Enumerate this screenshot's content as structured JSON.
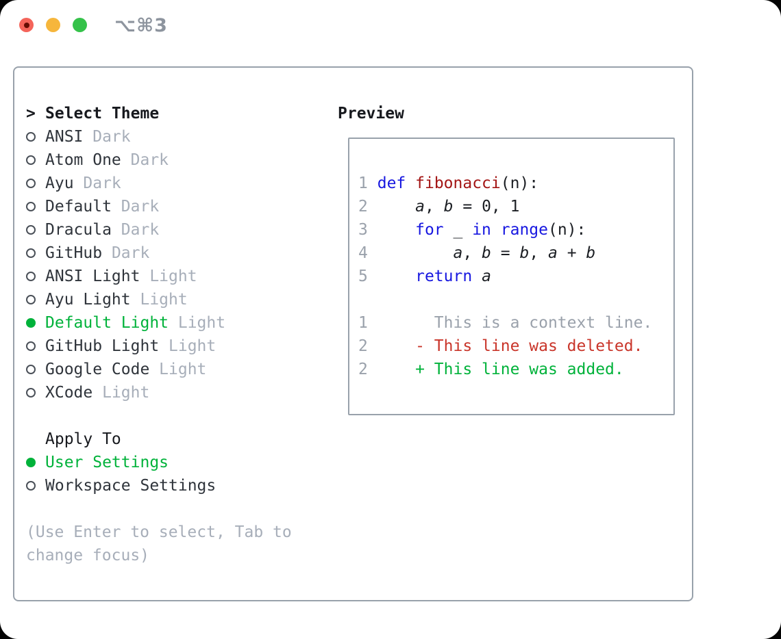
{
  "window": {
    "shortcut_label": "⌥⌘3"
  },
  "colors": {
    "window-bg": "#ffffff",
    "panel-border": "#98a1ab",
    "ink": "#2f343b",
    "ink-strong": "#17191e",
    "code-ink": "#1b1e23",
    "muted": "#a7aeb9",
    "line-number": "#9aa1ab",
    "accent-green": "#00b23a",
    "keyword-blue": "#1717e0",
    "function-red": "#a31515",
    "deleted-red": "#c9352a",
    "added-green": "#00b23a",
    "radio-ring": "#4a5058",
    "title-gray": "#8d949e",
    "traffic-red": "#f4645a",
    "traffic-red-dot": "#650c02",
    "traffic-yellow": "#f6b63c",
    "traffic-green": "#35c24a"
  },
  "theme_panel": {
    "header": {
      "cursor": ">",
      "label": "Select Theme"
    },
    "themes": [
      {
        "name": "ANSI",
        "variant": "Dark",
        "selected": false
      },
      {
        "name": "Atom One",
        "variant": "Dark",
        "selected": false
      },
      {
        "name": "Ayu",
        "variant": "Dark",
        "selected": false
      },
      {
        "name": "Default",
        "variant": "Dark",
        "selected": false
      },
      {
        "name": "Dracula",
        "variant": "Dark",
        "selected": false
      },
      {
        "name": "GitHub",
        "variant": "Dark",
        "selected": false
      },
      {
        "name": "ANSI Light",
        "variant": "Light",
        "selected": false
      },
      {
        "name": "Ayu Light",
        "variant": "Light",
        "selected": false
      },
      {
        "name": "Default Light",
        "variant": "Light",
        "selected": true
      },
      {
        "name": "GitHub Light",
        "variant": "Light",
        "selected": false
      },
      {
        "name": "Google Code",
        "variant": "Light",
        "selected": false
      },
      {
        "name": "XCode",
        "variant": "Light",
        "selected": false
      }
    ],
    "apply_to": {
      "label": "Apply To",
      "options": [
        {
          "label": "User Settings",
          "selected": true
        },
        {
          "label": "Workspace Settings",
          "selected": false
        }
      ]
    },
    "hint": "(Use Enter to select, Tab to change focus)"
  },
  "preview": {
    "title": "Preview",
    "lines": [
      [
        [
          "num",
          "1"
        ],
        [
          "plain",
          " "
        ],
        [
          "kw",
          "def"
        ],
        [
          "plain",
          " "
        ],
        [
          "fn",
          "fibonacci"
        ],
        [
          "plain",
          "(n):"
        ]
      ],
      [
        [
          "num",
          "2"
        ],
        [
          "plain",
          "     "
        ],
        [
          "var",
          "a"
        ],
        [
          "plain",
          ", "
        ],
        [
          "var",
          "b"
        ],
        [
          "plain",
          " = 0, 1"
        ]
      ],
      [
        [
          "num",
          "3"
        ],
        [
          "plain",
          "     "
        ],
        [
          "kw",
          "for"
        ],
        [
          "plain",
          " _ "
        ],
        [
          "kw",
          "in"
        ],
        [
          "plain",
          " "
        ],
        [
          "kw",
          "range"
        ],
        [
          "plain",
          "(n):"
        ]
      ],
      [
        [
          "num",
          "4"
        ],
        [
          "plain",
          "         "
        ],
        [
          "var",
          "a"
        ],
        [
          "plain",
          ", "
        ],
        [
          "var",
          "b"
        ],
        [
          "plain",
          " = "
        ],
        [
          "var",
          "b"
        ],
        [
          "plain",
          ", "
        ],
        [
          "var",
          "a"
        ],
        [
          "plain",
          " + "
        ],
        [
          "var",
          "b"
        ]
      ],
      [
        [
          "num",
          "5"
        ],
        [
          "plain",
          "     "
        ],
        [
          "kw",
          "return"
        ],
        [
          "plain",
          " "
        ],
        [
          "var",
          "a"
        ]
      ],
      [
        [
          "plain",
          " "
        ]
      ],
      [
        [
          "num",
          "1"
        ],
        [
          "ctx",
          "       This is a context line."
        ]
      ],
      [
        [
          "num",
          "2"
        ],
        [
          "plain",
          "     "
        ],
        [
          "del",
          "- This line was deleted."
        ]
      ],
      [
        [
          "num",
          "2"
        ],
        [
          "plain",
          "     "
        ],
        [
          "add",
          "+ This line was added."
        ]
      ]
    ]
  }
}
